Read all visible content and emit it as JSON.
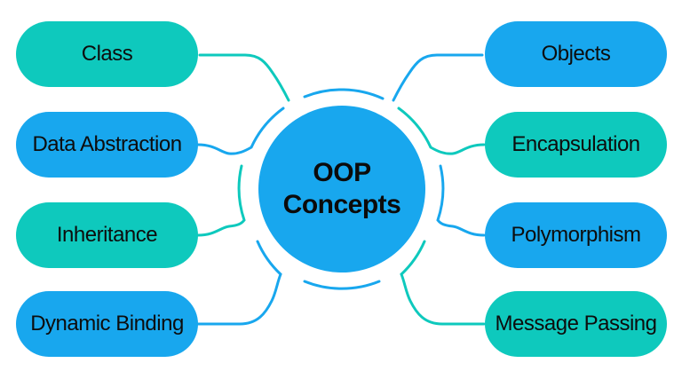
{
  "diagram": {
    "center": {
      "label_line1": "OOP",
      "label_line2": "Concepts"
    },
    "left_nodes": [
      {
        "label": "Class",
        "color": "#0ec9bd"
      },
      {
        "label": "Data Abstraction",
        "color": "#18a7ee"
      },
      {
        "label": "Inheritance",
        "color": "#0ec9bd"
      },
      {
        "label": "Dynamic Binding",
        "color": "#18a7ee"
      }
    ],
    "right_nodes": [
      {
        "label": "Objects",
        "color": "#18a7ee"
      },
      {
        "label": "Encapsulation",
        "color": "#0ec9bd"
      },
      {
        "label": "Polymorphism",
        "color": "#18a7ee"
      },
      {
        "label": "Message Passing",
        "color": "#0ec9bd"
      }
    ],
    "colors": {
      "node_blue": "#18a7ee",
      "node_teal": "#0ec9bd",
      "center_circle": "#18a7ee",
      "text": "#0d0d0d",
      "background": "#ffffff"
    }
  }
}
